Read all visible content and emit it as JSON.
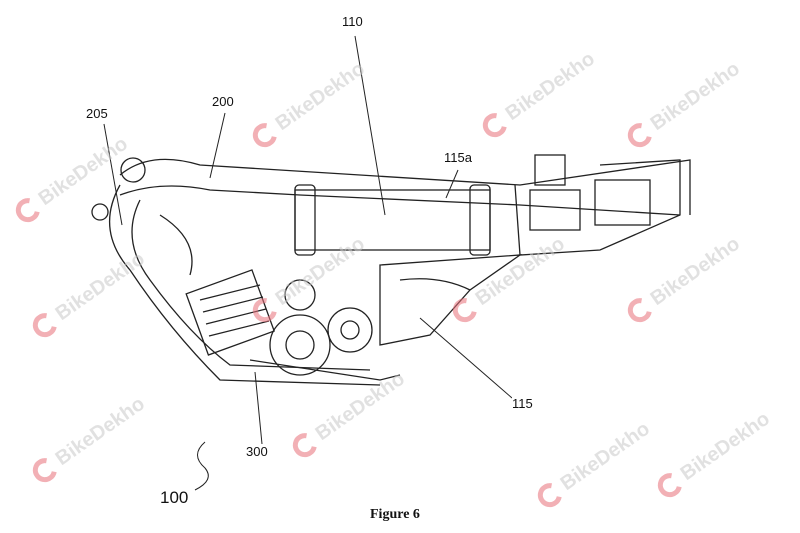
{
  "figure": {
    "caption": "Figure 6",
    "labels": {
      "frame": "110",
      "part_200": "200",
      "part_205": "205",
      "part_115a": "115a",
      "part_115": "115",
      "engine": "300",
      "assembly": "100"
    }
  },
  "watermark": {
    "text": "BikeDekho",
    "color": "#e8707a"
  }
}
